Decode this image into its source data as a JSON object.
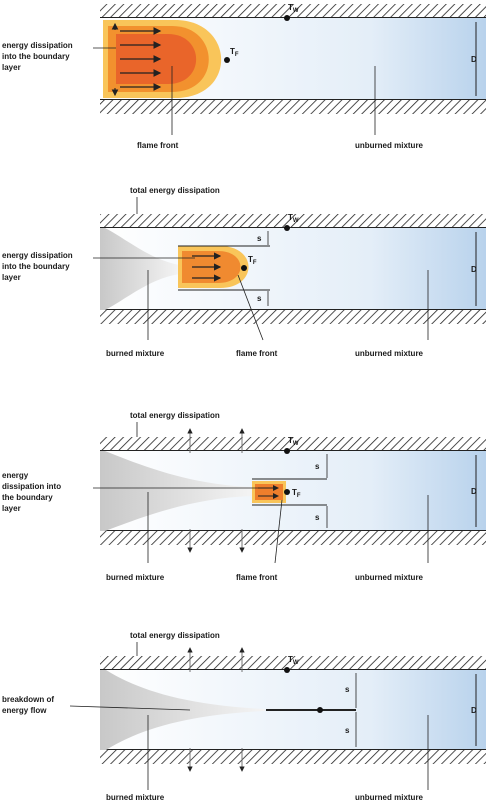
{
  "panels": [
    {
      "id": "stage-1",
      "labels": {
        "tw": "T",
        "tw_sub": "W",
        "tf": "T",
        "tf_sub": "F",
        "d": "D",
        "left_label": [
          "energy dissipation",
          "into the boundary",
          "layer"
        ],
        "flame_front": "flame front",
        "unburned": "unburned mixture"
      }
    },
    {
      "id": "stage-2",
      "labels": {
        "total": "total energy dissipation",
        "tw": "T",
        "tw_sub": "W",
        "tf": "T",
        "tf_sub": "F",
        "d": "D",
        "s_top": "s",
        "s_bottom": "s",
        "left_label": [
          "energy dissipation",
          "into the boundary",
          "layer"
        ],
        "burned": "burned mixture",
        "flame_front": "flame front",
        "unburned": "unburned mixture"
      }
    },
    {
      "id": "stage-3",
      "labels": {
        "total": "total energy dissipation",
        "tw": "T",
        "tw_sub": "W",
        "tf": "T",
        "tf_sub": "F",
        "d": "D",
        "s_top": "s",
        "s_bottom": "s",
        "left_label": [
          "energy",
          "dissipation into",
          "the boundary",
          "layer"
        ],
        "burned": "burned mixture",
        "flame_front": "flame front",
        "unburned": "unburned mixture"
      }
    },
    {
      "id": "stage-4",
      "labels": {
        "total": "total energy dissipation",
        "tw": "T",
        "tw_sub": "W",
        "d": "D",
        "s_top": "s",
        "s_bottom": "s",
        "left_label": [
          "breakdown of",
          "energy flow"
        ],
        "burned": "burned mixture",
        "unburned": "unburned mixture"
      }
    }
  ]
}
